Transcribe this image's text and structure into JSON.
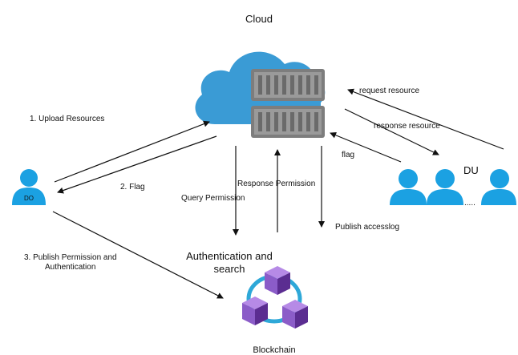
{
  "title": "Cloud",
  "bottom_label": "Blockchain",
  "auth_label_line1": "Authentication and",
  "auth_label_line2": "search",
  "do_label": "DO",
  "du_label": "DU",
  "du_ellipsis": ".....",
  "edges": {
    "upload": "1. Upload Resources",
    "flag_do": "2. Flag",
    "publish_line1": "3. Publish Permission and",
    "publish_line2": "Authentication",
    "query": "Query Permission",
    "response_perm": "Response Permission",
    "publish_log": "Publish accesslog",
    "request_resource": "request resource",
    "response_resource": "response resource",
    "flag_du": "flag"
  },
  "colors": {
    "person": "#1ba1e2",
    "cloud": "#3a9bd5",
    "server": "#8a8a8a",
    "block": "#8b5cc8",
    "block_dark": "#5b2d91",
    "ring": "#2ea8d8"
  }
}
